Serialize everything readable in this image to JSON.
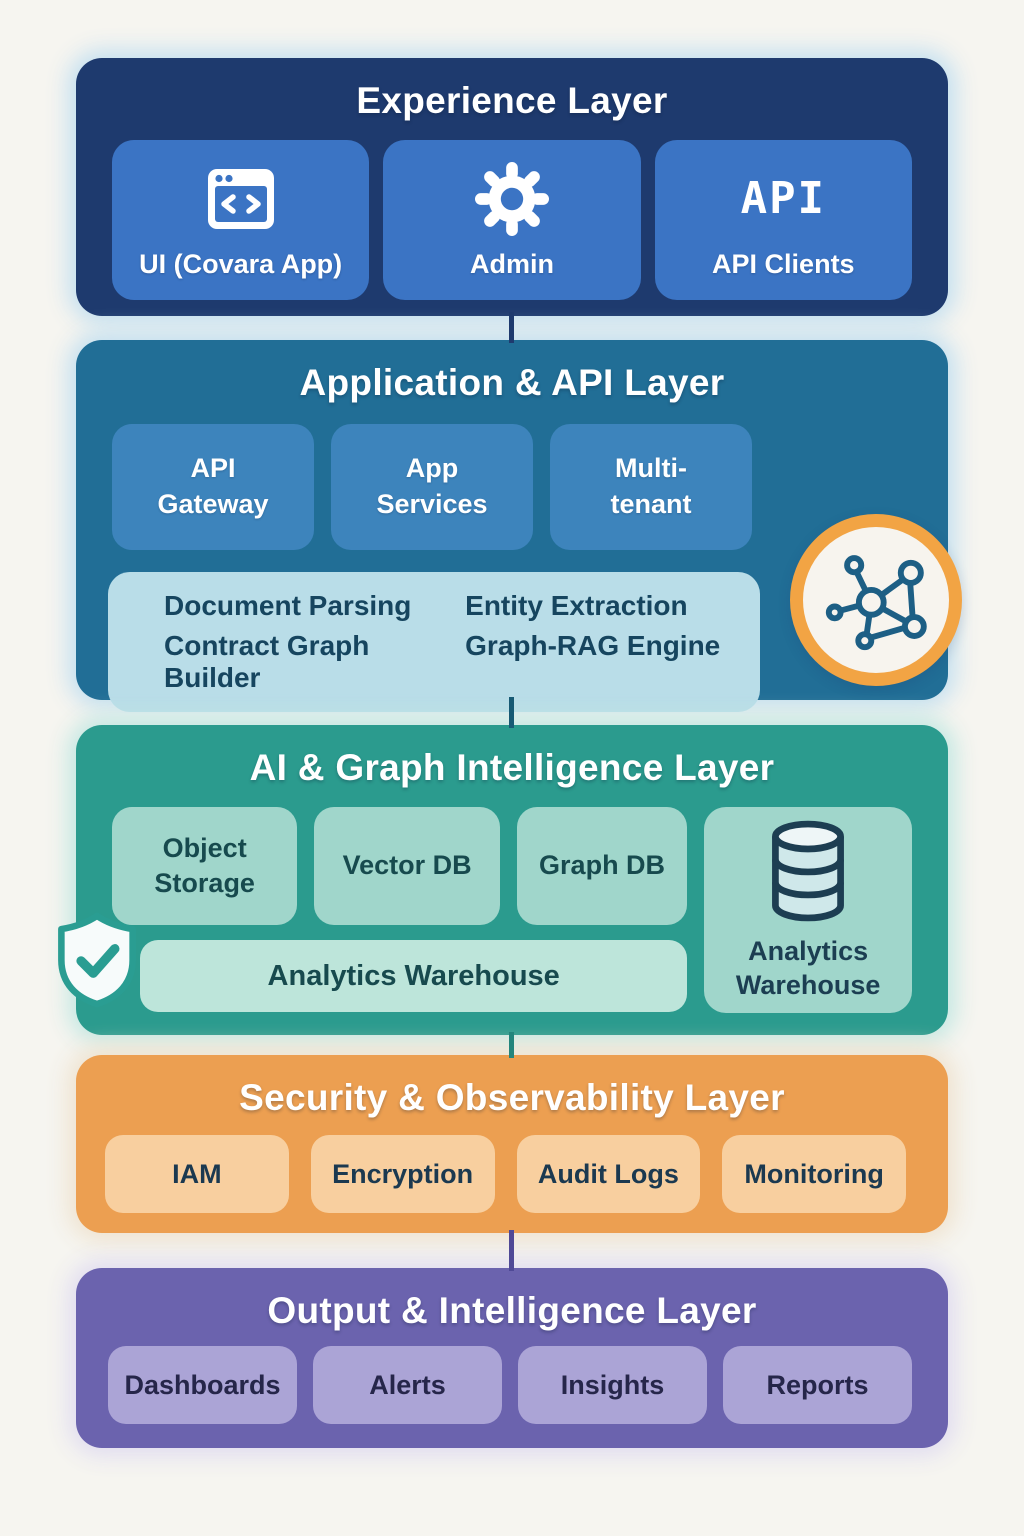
{
  "diagram": {
    "layers": [
      {
        "id": "experience",
        "title": "Experience Layer",
        "cards": [
          {
            "label": "UI (Covara App)",
            "icon": "browser-code-icon"
          },
          {
            "label": "Admin",
            "icon": "gear-icon"
          },
          {
            "label": "API Clients",
            "icon": "api-text-icon",
            "icon_text": "API"
          }
        ]
      },
      {
        "id": "application-api",
        "title": "Application & API Layer",
        "cards": [
          {
            "label": "API Gateway"
          },
          {
            "label": "App Services"
          },
          {
            "label": "Multi-tenant"
          }
        ],
        "services": [
          "Document Parsing",
          "Entity Extraction",
          "Contract Graph Builder",
          "Graph-RAG Engine"
        ],
        "badge_icon": "network-graph-icon"
      },
      {
        "id": "ai-graph-intelligence",
        "title": "AI & Graph Intelligence Layer",
        "cards": [
          {
            "label": "Object Storage"
          },
          {
            "label": "Vector DB"
          },
          {
            "label": "Graph DB"
          }
        ],
        "bar_label": "Analytics Warehouse",
        "side_card": {
          "label": "Analytics Warehouse",
          "icon": "database-icon"
        },
        "corner_icon": "shield-check-icon"
      },
      {
        "id": "security-observability",
        "title": "Security & Observability Layer",
        "cards": [
          {
            "label": "IAM"
          },
          {
            "label": "Encryption"
          },
          {
            "label": "Audit Logs"
          },
          {
            "label": "Monitoring"
          }
        ]
      },
      {
        "id": "output-intelligence",
        "title": "Output & Intelligence Layer",
        "cards": [
          {
            "label": "Dashboards"
          },
          {
            "label": "Alerts"
          },
          {
            "label": "Insights"
          },
          {
            "label": "Reports"
          }
        ]
      }
    ],
    "colors": {
      "page_bg": "#f6f5f0",
      "experience_bg": "#1e3a6e",
      "experience_card": "#3b74c4",
      "application_bg": "#216e96",
      "application_card": "#3d84bc",
      "application_strip": "#b9dde8",
      "ai_bg": "#2b9b8e",
      "ai_card": "#a0d6cb",
      "ai_bar": "#bde5da",
      "security_bg": "#ec9f51",
      "security_card": "#f8cf9f",
      "output_bg": "#6b63ae",
      "output_card": "#aba4d6",
      "badge_ring": "#f2a444",
      "icon_stroke": "#1d5f85"
    }
  }
}
